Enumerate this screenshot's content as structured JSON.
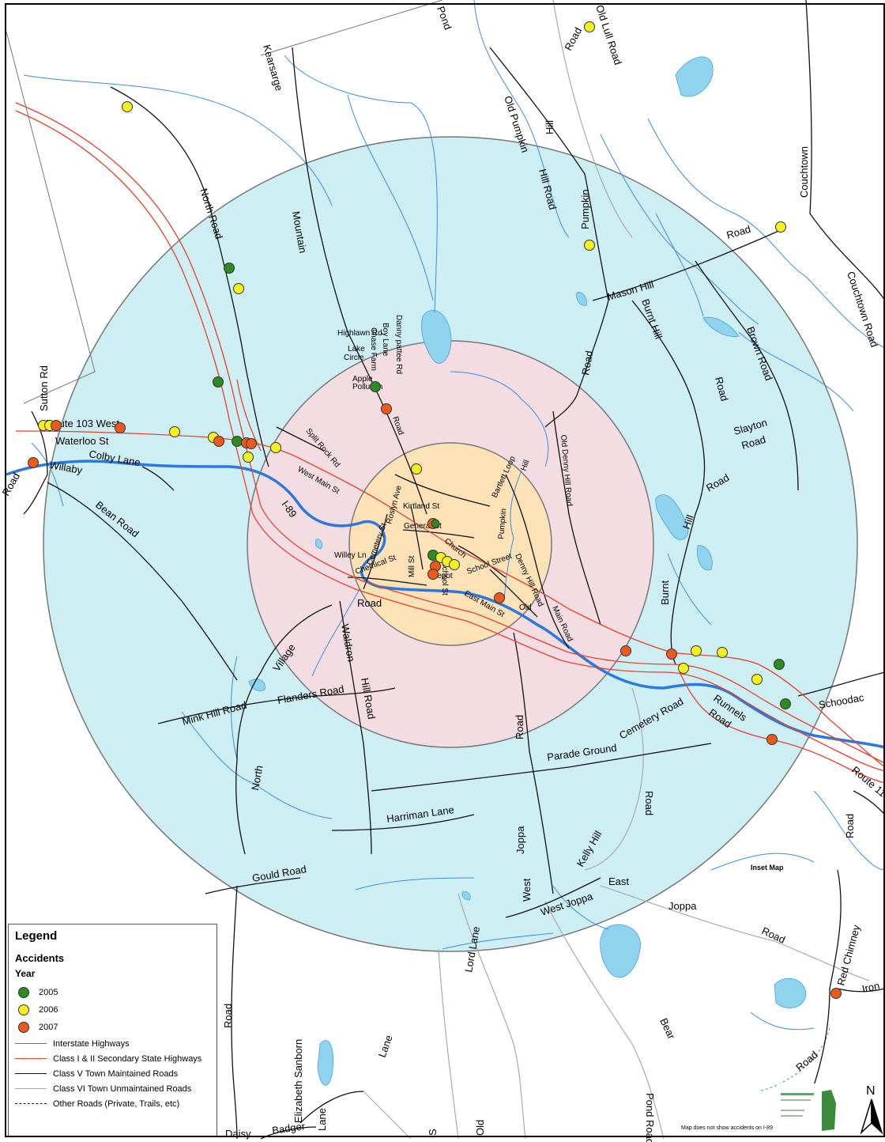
{
  "legend": {
    "title": "Legend",
    "subtitle": "Accidents",
    "year_label": "Year",
    "years": [
      {
        "label": "2005",
        "color": "#2e8b22"
      },
      {
        "label": "2006",
        "color": "#f7f21d"
      },
      {
        "label": "2007",
        "color": "#ee5a1c"
      }
    ],
    "lines": [
      {
        "label": "Interstate Highways",
        "color": "#e8402a",
        "style": "solid"
      },
      {
        "label": "Class I & II Secondary State Highways",
        "color": "#ea4a30",
        "style": "solid"
      },
      {
        "label": "Class V Town Maintained Roads",
        "color": "#111111",
        "style": "solid"
      },
      {
        "label": "Class VI Town Unmaintained Roads",
        "color": "#aaaaaa",
        "style": "solid"
      },
      {
        "label": "Other Roads (Private, Trails, etc)",
        "color": "#111111",
        "style": "dashed"
      }
    ]
  },
  "inset_label": "Inset Map",
  "disclaimer": "Map does not show accidents on I-89",
  "north_label": "N",
  "colors": {
    "outer_ring": "#cdeff3",
    "middle_ring": "#f3dde2",
    "inner_ring": "#fde2b8",
    "water": "#8fd3ef",
    "stream": "#3a8de0",
    "river": "#2b78de"
  },
  "roads": {
    "sutton_rd": "Sutton Rd",
    "route_103_west": "Route 103 West",
    "waterloo_st": "Waterloo St",
    "willaby": "Willaby",
    "colby_lane": "Colby Lane",
    "road_far_left": "Road",
    "bean_road": "Bean Road",
    "north_road": "North Road",
    "kearsarge": "Kearsarge",
    "mountain": "Mountain",
    "pond": "Pond",
    "old_lull_road": "Old Lull Road",
    "road_top": "Road",
    "old_pumpkin": "Old Pumpkin",
    "hill_top": "Hill",
    "hill_road": "Hill Road",
    "pumpkin": "Pumpkin",
    "couchtown": "Couchtown",
    "road_couch": "Road",
    "couchtown_road": "Couchtown Road",
    "mason_hill": "Mason Hill",
    "burnt_hill": "Burnt Hill",
    "brown_road": "Brown Road",
    "road_mid": "Road",
    "road_burnt": "Road",
    "slayton": "Slayton",
    "road_slayton": "Road",
    "road_right": "Road",
    "hill_right": "Hill",
    "burnt_low": "Burnt",
    "highlawn_rd": "Highlawn Rd",
    "danny_pattee_rd": "Danny pattee Rd",
    "boy_lane": "Boy Lane",
    "chase_farm": "Chase Farm",
    "lake": "Lake",
    "circle": "Circle",
    "apple": "Apple",
    "pollution": "Pollution",
    "road_apple": "Road",
    "split_rock_rd": "Split Rock Rd",
    "west_main_st": "West Main St",
    "i89": "I-89",
    "kirtland_st": "Kirtland St",
    "roslyn_ave": "Roslyn Ave",
    "general_st": "General St",
    "cemetery_st": "Cemetery St",
    "willey_ln": "Willey Ln",
    "chemical_st": "Chemical St",
    "mill_st": "Mill St",
    "church": "Church",
    "depot": "Depot",
    "school_st": "School St",
    "school_street": "School Street",
    "pumpkin_hill": "Pumpkin",
    "bartlett_loop": "Bartlett Loop",
    "hill_bartlett": "Hill",
    "old_denny_hill_road": "Old Denny Hill Road",
    "denny_hill_road": "Denny Hill Road",
    "east_main_st": "East Main St",
    "old": "Old",
    "main_road": "Main Road",
    "road_low": "Road",
    "waldron": "Waldron",
    "hill_road_low": "Hill Road",
    "village": "Village",
    "flanders_road": "Flanders Road",
    "mink_hill_road": "Mink Hill Road",
    "north_low": "North",
    "road_joppa": "Road",
    "parade_ground": "Parade Ground",
    "cemetery_road": "Cemetery Road",
    "runnels": "Runnels",
    "road_runnels": "Road",
    "schoodac": "Schoodac",
    "route_11": "Route 11",
    "road_harriman": "Road",
    "harriman_lane": "Harriman Lane",
    "joppa": "Joppa",
    "west": "West",
    "kelly_hill": "Kelly Hill",
    "west_joppa": "West Joppa",
    "east": "East",
    "joppa_road": "Joppa",
    "road_east": "Road",
    "gould_road": "Gould Road",
    "lord_lane": "Lord Lane",
    "road_inset": "Road",
    "red_chimney": "Red Chimney",
    "iron": "Iron",
    "bear": "Bear",
    "road_bear": "Road",
    "road_low_left": "Road",
    "elizabeth_sanborn": "Elizabeth Sanborn",
    "lane_low": "Lane",
    "lane_right": "Lane",
    "badger": "Badger",
    "daisy": "Daisy",
    "old_bottom": "Old",
    "pond_road": "Pond Road",
    "s_bottom": "S"
  }
}
